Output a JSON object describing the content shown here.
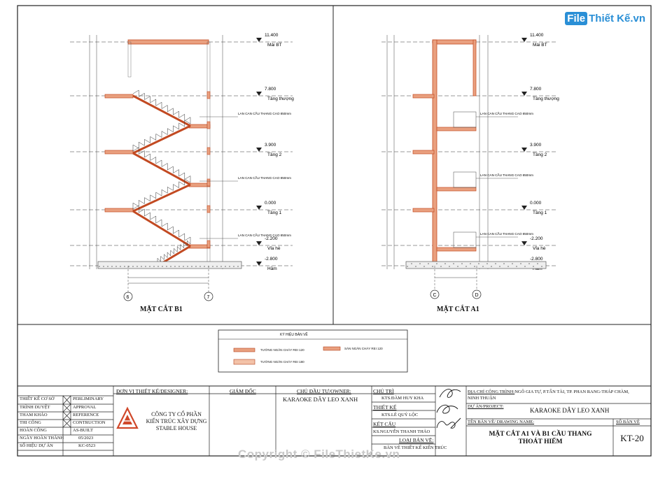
{
  "watermark_logo": {
    "box": "File",
    "text": "Thiết Kế.vn"
  },
  "watermark_copyright": "Copyright © FileThietKe.vn",
  "levels": [
    {
      "value": "11.400",
      "name": "Mái BT"
    },
    {
      "value": "7.800",
      "name": "Tầng thượng"
    },
    {
      "value": "3.900",
      "name": "Tầng 2"
    },
    {
      "value": "0.000",
      "name": "Tầng 1"
    },
    {
      "value": "-2.200",
      "name": "Vỉa hè"
    },
    {
      "value": "-2.800",
      "name": "Hầm"
    }
  ],
  "railing_note": "LAN CAN CẦU THANG CAO 850mm",
  "section_b1": {
    "title": "MẶT CẮT B1",
    "axis_left": "6",
    "axis_right": "7"
  },
  "section_a1": {
    "title": "MẶT CẮT A1",
    "axis_left": "C",
    "axis_right": "D"
  },
  "legend": {
    "title": "KÝ HIỆU BẢN VẼ",
    "items": [
      "TƯỜNG NGĂN CHÁY REI 120",
      "SÀN NGĂN CHÁY REI 120",
      "TƯỜNG NGĂN CHÁY REI 180"
    ]
  },
  "stages": [
    {
      "vn": "THIẾT KẾ CƠ SỞ",
      "en": "PERLIMINARY"
    },
    {
      "vn": "TRÌNH DUYỆT",
      "en": "APPROVAL"
    },
    {
      "vn": "THAM KHẢO",
      "en": "REFERENCE"
    },
    {
      "vn": "THI CÔNG",
      "en": "CONTRUCTION"
    },
    {
      "vn": "HOÀN CÔNG",
      "en": "AS-BUILT"
    },
    {
      "vn": "NGÀY HOÀN THÀNH",
      "en": "05/2023"
    },
    {
      "vn": "SỐ HIỆU DỰ ÁN",
      "en": "KC-0523"
    }
  ],
  "designer": {
    "label": "ĐƠN VỊ THIẾT KẾ/DESIGNER:",
    "company": [
      "CÔNG TY CỔ PHẦN",
      "KIẾN TRÚC XÂY DỰNG",
      "STABLE HOUSE"
    ]
  },
  "director_label": "GIÁM ĐỐC",
  "owner": {
    "label": "CHỦ ĐẦU TƯ/OWNER:",
    "name": "KARAOKE DÂY LEO XANH"
  },
  "people": {
    "chief_label": "CHỦ TRÌ",
    "chief": "KTS.ĐÀM HUY KHA",
    "design_label": "THIẾT KẾ",
    "design": "KTS.LÊ QUÝ LỘC",
    "structure_label": "KẾT CẤU",
    "structure": "KS.NGUYỄN THANH THẢO",
    "type_label": "LOẠI BẢN VẼ:",
    "type": "BẢN VẼ THIẾT KẾ KIẾN TRÚC"
  },
  "address": {
    "label": "ĐỊA CHỈ CÔNG TRÌNH:",
    "line1": "NGÔ GIA TỰ, P.TẤN TÀI, TP. PHAN RANG-THÁP CHÀM,",
    "line2": "NINH THUẬN"
  },
  "project": {
    "label": "DỰ ÁN/PROJECT:",
    "name": "KARAOKE DÂY LEO XANH"
  },
  "drawing": {
    "label": "TÊN BẢN VẼ/ DRAWING NAME:",
    "name1": "MẶT CẮT A1 VÀ B1 CẦU THANG",
    "name2": "THOÁT HIỂM",
    "no_label": "SỐ BẢN VẼ",
    "no": "KT-20"
  }
}
